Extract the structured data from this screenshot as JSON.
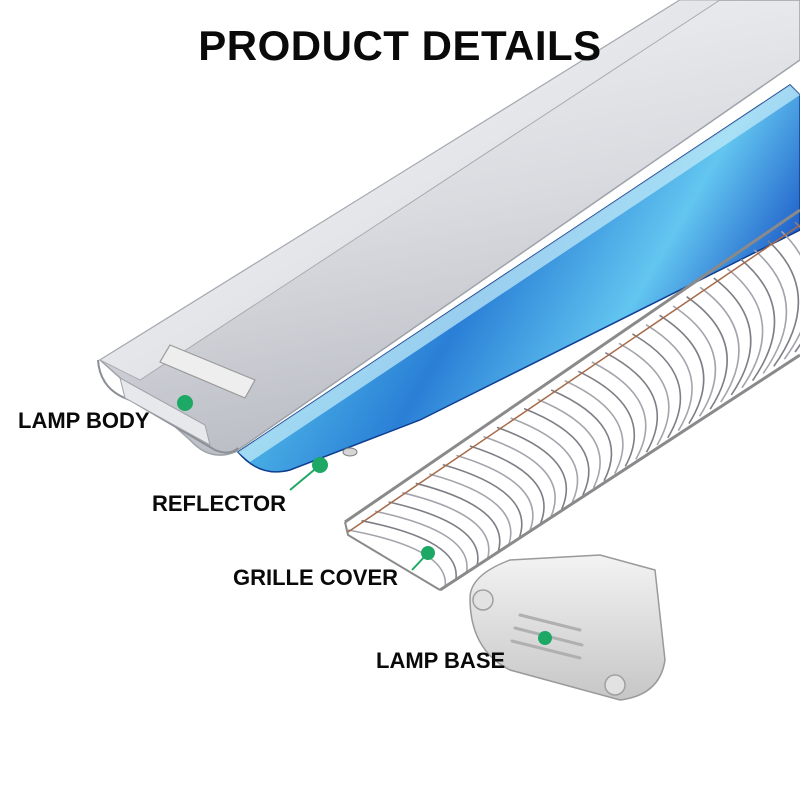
{
  "title": "PRODUCT DETAILS",
  "accent_color": "#1ea866",
  "labels": {
    "lamp_body": "LAMP BODY",
    "reflector": "REFLECTOR",
    "grille_cover": "GRILLE COVER",
    "lamp_base": "LAMP BASE"
  }
}
